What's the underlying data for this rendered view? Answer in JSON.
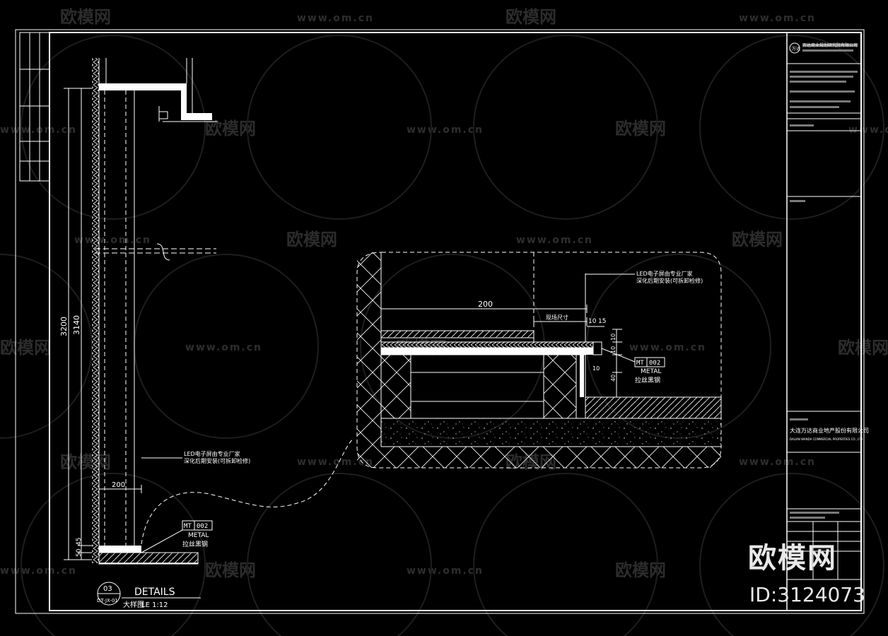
{
  "watermark": {
    "brand": "欧模网",
    "url": "www.om.cn",
    "id": "ID:3124073"
  },
  "drawing": {
    "title": "DETAILS",
    "subtitle": "大样图",
    "scale": "LE 1:12",
    "detail_number": "03",
    "detail_ref": "DT-JX-01"
  },
  "left_section": {
    "dim_total": "3200",
    "dim_inner": "3140",
    "dim_width": "200",
    "dim_base": "50",
    "dim_base2": "45",
    "led_note_line1": "LED电子屏由专业厂家",
    "led_note_line2": "深化后期安装(可拆卸检修)",
    "tag_code": "MT",
    "tag_num": "002",
    "tag_material": "METAL",
    "tag_desc": "拉丝黑钢"
  },
  "right_section": {
    "dim_width": "200",
    "dim_site": "现场尺寸",
    "dim_10a": "10",
    "dim_15": "15",
    "dim_10b": "10",
    "dim_10c": "10",
    "dim_10d": "10",
    "dim_40": "40",
    "led_note_line1": "LED电子屏由专业厂家",
    "led_note_line2": "深化后期安装(可拆卸检修)",
    "tag_code": "MT",
    "tag_num": "002",
    "tag_material": "METAL",
    "tag_desc": "拉丝黑钢"
  },
  "title_block": {
    "company_cn": "大连万达商业地产股份有限公司",
    "company_en": "DALIAN WANDA COMMERCIAL PROPERTIES CO., LTD",
    "designer_logo": "万达",
    "designer_name": "万达商业规划研究院有限公司"
  },
  "colors": {
    "background": "#000000",
    "line": "#ffffff",
    "watermark": "#2c2c2c"
  }
}
